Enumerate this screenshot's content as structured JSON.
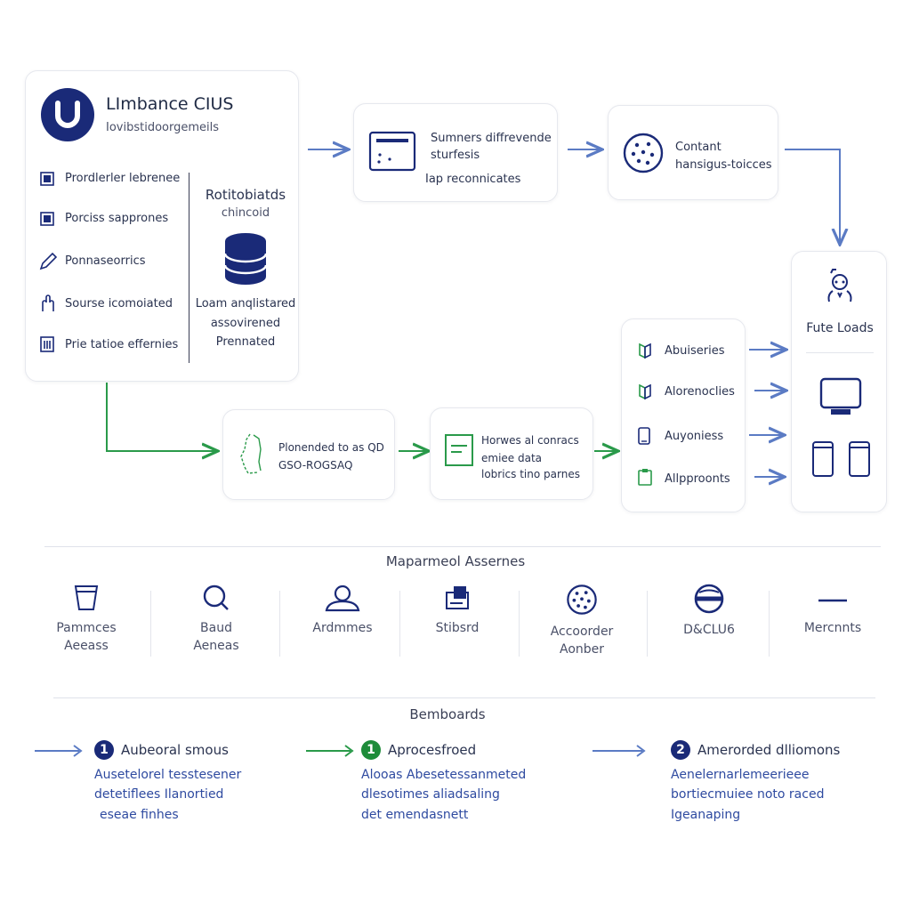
{
  "main_card": {
    "title": "LImbance CIUS",
    "subtitle": "Iovibstidoorgemeils",
    "items": [
      {
        "label": "Prordlerler lebrenee",
        "icon": "square-icon"
      },
      {
        "label": "Porciss sapprones",
        "icon": "square-icon"
      },
      {
        "label": "Ponnaseorrics",
        "icon": "pencil-icon"
      },
      {
        "label": "Sourse icomoiated",
        "icon": "hand-icon"
      },
      {
        "label": "Prie tatioe effernies",
        "icon": "table-icon"
      }
    ],
    "db_title": "Rotitobiatds",
    "db_subtitle": "chincoid",
    "db_lines": [
      "Loam anqlistared",
      "assovirened",
      "Prennated"
    ]
  },
  "flow_top": [
    {
      "lines": [
        "Sumners diffrevende",
        "sturfesis"
      ],
      "extra": "Iap reconnicates",
      "icon": "window-icon"
    },
    {
      "lines": [
        "Contant",
        "hansigus-toicces"
      ],
      "icon": "globe-icon"
    }
  ],
  "flow_bottom": [
    {
      "lines": [
        "Plonended to as QD",
        "GSO-ROGSAQ"
      ],
      "icon": "phone-outline-icon"
    },
    {
      "lines": [
        "Horwes al conracs",
        "emiee data",
        "lobrics tino parnes"
      ],
      "icon": "document-icon"
    }
  ],
  "device_list": [
    {
      "label": "Abuiseries",
      "icon": "book-icon"
    },
    {
      "label": "Alorenoclies",
      "icon": "book-icon"
    },
    {
      "label": "Auyoniess",
      "icon": "phone-icon"
    },
    {
      "label": "Allpproonts",
      "icon": "clipboard-icon"
    }
  ],
  "target_card": {
    "title": "Fute Loads",
    "icon": "person-icon"
  },
  "assets_section": {
    "title": "Maparmeol Assernes",
    "items": [
      {
        "lines": [
          "Pammces",
          "Aeeass"
        ],
        "icon": "cup-icon"
      },
      {
        "lines": [
          "Baud",
          "Aeneas"
        ],
        "icon": "search-icon"
      },
      {
        "lines": [
          "Ardmmes"
        ],
        "icon": "user-icon"
      },
      {
        "lines": [
          "Stibsrd"
        ],
        "icon": "board-icon"
      },
      {
        "lines": [
          "Accoorder",
          "Aonber"
        ],
        "icon": "globe-icon"
      },
      {
        "lines": [
          "D&CLU6"
        ],
        "icon": "sphere-icon"
      },
      {
        "lines": [
          "Mercnnts"
        ],
        "icon": "line-icon"
      }
    ]
  },
  "steps_section": {
    "title": "Bemboards",
    "steps": [
      {
        "number": "1",
        "title": "Aubeoral smous",
        "color": "#1a2a78",
        "lines": [
          "Ausetelorel tesstesener",
          "detetiflees Ilanortied",
          "eseae finhes"
        ]
      },
      {
        "number": "1",
        "title": "Aprocesfroed",
        "color": "#1e8c3a",
        "lines": [
          "Alooas Abesetessanmeted",
          "dlesotimes aliadsaling",
          "det emendasnett"
        ]
      },
      {
        "number": "2",
        "title": "Amerorded dlliomons",
        "color": "#1a2a78",
        "lines": [
          "Aenelernarlemeerieee",
          "bortiecmuiee noto raced",
          "Igeanaping"
        ]
      }
    ]
  },
  "colors": {
    "navy": "#1a2a78",
    "blue": "#5b7bc4",
    "green": "#2a9a4a"
  }
}
